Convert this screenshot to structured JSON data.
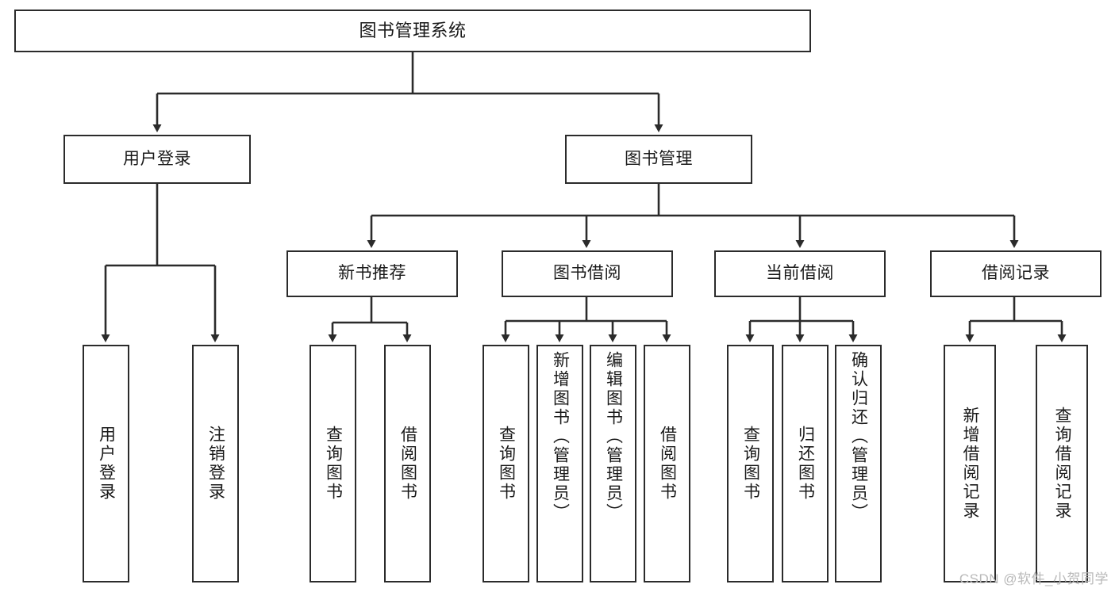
{
  "diagram": {
    "title": "图书管理系统",
    "type": "tree-hierarchy-diagram",
    "colors": {
      "box_border": "#2b2b2b",
      "box_fill": "#ffffff",
      "connector": "#2b2b2b",
      "background": "#ffffff",
      "watermark": "#b9b9b9"
    }
  },
  "nodes": {
    "root": {
      "label": "图书管理系统"
    },
    "level2": [
      {
        "label": "用户登录"
      },
      {
        "label": "图书管理"
      }
    ],
    "level3": [
      {
        "label": "新书推荐"
      },
      {
        "label": "图书借阅"
      },
      {
        "label": "当前借阅"
      },
      {
        "label": "借阅记录"
      }
    ],
    "leaves": {
      "user_login": [
        {
          "label": "用户登录"
        },
        {
          "label": "注销登录"
        }
      ],
      "new_book_recommend": [
        {
          "label": "查询图书"
        },
        {
          "label": "借阅图书"
        }
      ],
      "book_borrow": [
        {
          "label": "查询图书"
        },
        {
          "label": "新增图书（管理员）"
        },
        {
          "label": "编辑图书（管理员）"
        },
        {
          "label": "借阅图书"
        }
      ],
      "current_borrow": [
        {
          "label": "查询图书"
        },
        {
          "label": "归还图书"
        },
        {
          "label": "确认归还（管理员）"
        }
      ],
      "borrow_record": [
        {
          "label": "新增借阅记录"
        },
        {
          "label": "查询借阅记录"
        }
      ]
    }
  },
  "watermark": {
    "text": "CSDN @软件_小贺同学"
  }
}
